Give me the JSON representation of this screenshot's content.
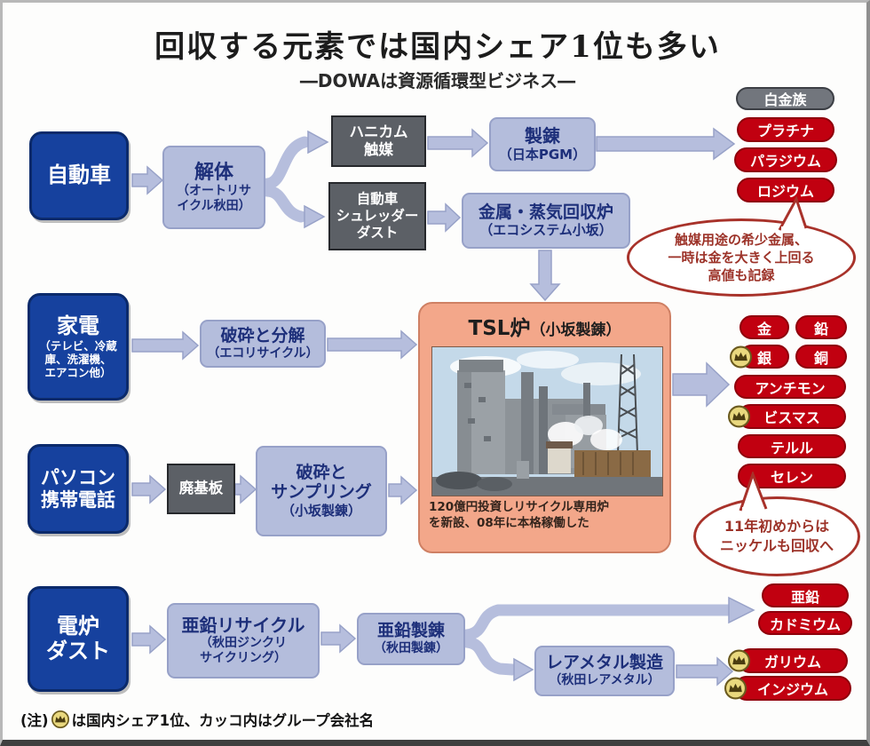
{
  "header": {
    "title": "回収する元素では国内シェア1位も多い",
    "subtitle": "―DOWAは資源循環型ビジネス―"
  },
  "sources": {
    "auto": {
      "label": "自動車"
    },
    "appliance": {
      "label": "家電",
      "sub1": "（テレビ、冷蔵",
      "sub2": "庫、洗濯機、",
      "sub3": "エアコン他）"
    },
    "pc": {
      "line1": "パソコン",
      "line2": "携帯電話"
    },
    "dust": {
      "line1": "電炉",
      "line2": "ダスト"
    }
  },
  "process": {
    "dismantle": {
      "title": "解体",
      "sub1": "（オートリサ",
      "sub2": "イクル秋田）"
    },
    "honeycomb": {
      "line1": "ハニカム",
      "line2": "触媒"
    },
    "shredder": {
      "line1": "自動車",
      "line2": "シュレッダー",
      "line3": "ダスト"
    },
    "smelt_pgm": {
      "title": "製錬",
      "sub": "（日本PGM）"
    },
    "metal_steam": {
      "title": "金属・蒸気回収炉",
      "sub": "（エコシステム小坂）"
    },
    "crush_decompose": {
      "title": "破砕と分解",
      "sub": "（エコリサイクル）"
    },
    "waste_board": {
      "label": "廃基板"
    },
    "crush_sampling": {
      "line1": "破砕と",
      "line2": "サンプリング",
      "sub": "（小坂製錬）"
    },
    "zinc_recycle": {
      "title": "亜鉛リサイクル",
      "sub1": "（秋田ジンクリ",
      "sub2": "サイクリング）"
    },
    "zinc_smelt": {
      "title": "亜鉛製錬",
      "sub": "（秋田製錬）"
    },
    "rare_metal": {
      "title": "レアメタル製造",
      "sub": "（秋田レアメタル）"
    }
  },
  "tsl": {
    "title_main": "TSL炉",
    "title_paren": "（小坂製錬）",
    "caption_line1": "120億円投資しリサイクル専用炉",
    "caption_line2": "を新設、08年に本格稼働した"
  },
  "badges": {
    "pgm_header": "白金族",
    "pgm": [
      {
        "label": "プラチナ"
      },
      {
        "label": "パラジウム"
      },
      {
        "label": "ロジウム"
      }
    ],
    "tsl_metals": [
      {
        "label": "金",
        "crown": false
      },
      {
        "label": "鉛",
        "crown": false
      },
      {
        "label": "銀",
        "crown": true
      },
      {
        "label": "銅",
        "crown": false
      },
      {
        "label": "アンチモン",
        "crown": false
      },
      {
        "label": "ビスマス",
        "crown": true
      },
      {
        "label": "テルル",
        "crown": false
      },
      {
        "label": "セレン",
        "crown": false
      }
    ],
    "zinc_group": [
      {
        "label": "亜鉛"
      },
      {
        "label": "カドミウム"
      }
    ],
    "rare_group": [
      {
        "label": "ガリウム",
        "crown": true
      },
      {
        "label": "インジウム",
        "crown": true
      }
    ]
  },
  "bubbles": {
    "catalyst": {
      "line1": "触媒用途の希少金属、",
      "line2": "一時は金を大きく上回る",
      "line3": "高値も記録"
    },
    "nickel": {
      "line1": "11年初めからは",
      "line2": "ニッケルも回収へ"
    }
  },
  "footnote": {
    "prefix": "(注)",
    "suffix": "は国内シェア1位、カッコ内はグループ会社名",
    "crown_meaning": "国内シェア1位マーク"
  },
  "colors": {
    "navy": "#16419e",
    "periwinkle": "#b4bddc",
    "dark_gray": "#5c6066",
    "red": "#c10010",
    "salmon": "#f3a78a",
    "gold": "#e9d87e",
    "bubble_red": "#a8322a"
  }
}
